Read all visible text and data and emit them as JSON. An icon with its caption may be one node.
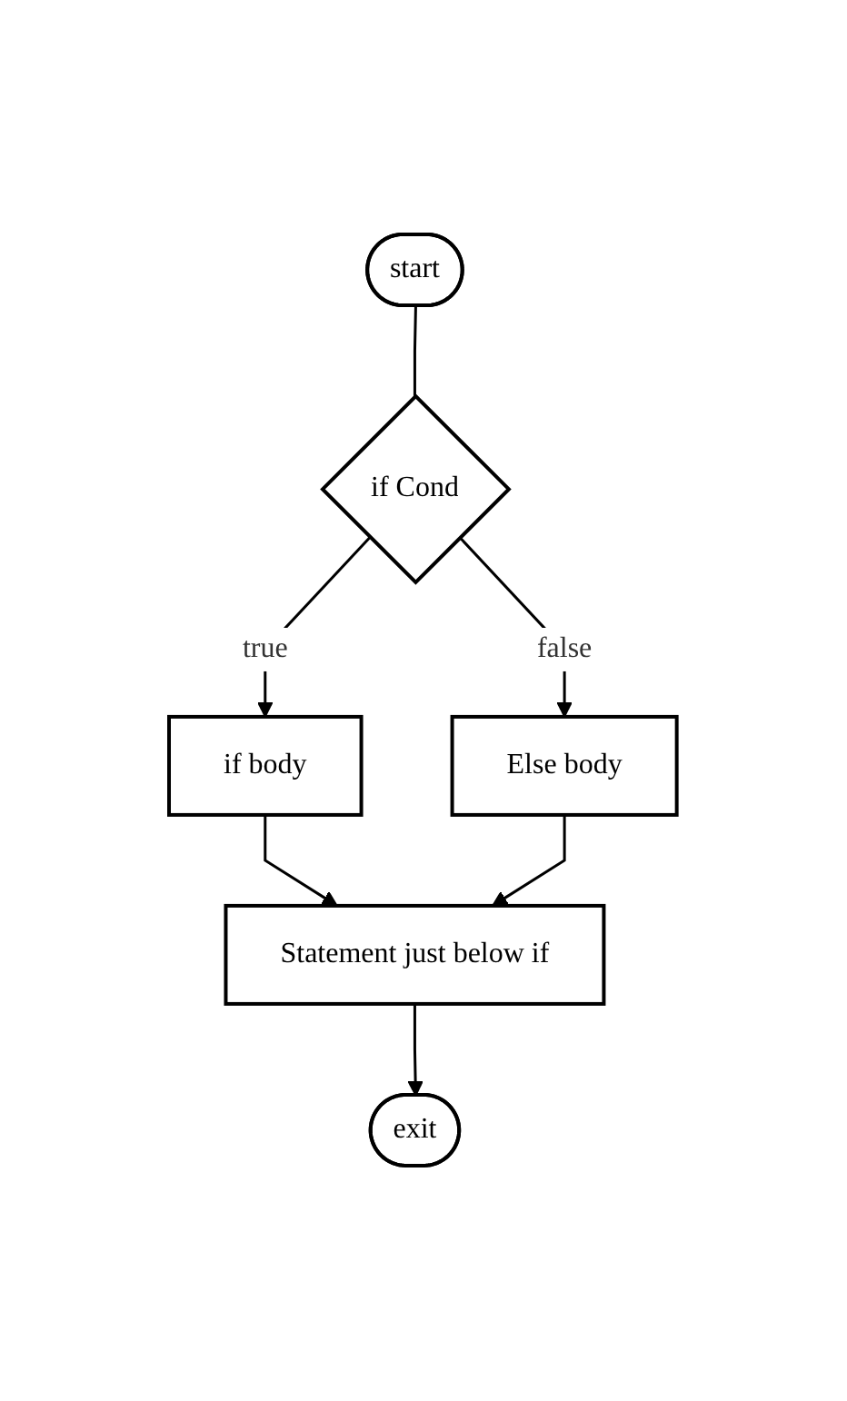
{
  "diagram": {
    "nodes": [
      {
        "text": [
          "start"
        ]
      },
      {
        "text": [
          "if Cond"
        ]
      },
      {
        "text": [
          "Else body"
        ]
      },
      {
        "text": [
          "if body"
        ]
      },
      {
        "text": [
          "Statement just below if"
        ]
      },
      {
        "text": [
          "exit"
        ]
      }
    ],
    "edges": [
      {
        "from": 0,
        "to": 1,
        "arrow": "none"
      },
      {
        "from": 1,
        "to": 2,
        "arrow": "to",
        "label": "false"
      },
      {
        "from": 1,
        "to": 3,
        "arrow": "to",
        "label": "true"
      },
      {
        "from": 3,
        "to": 4,
        "arrow": "to"
      },
      {
        "from": 2,
        "to": 4,
        "arrow": "to"
      },
      {
        "from": 4,
        "to": 5,
        "arrow": "to"
      }
    ]
  }
}
